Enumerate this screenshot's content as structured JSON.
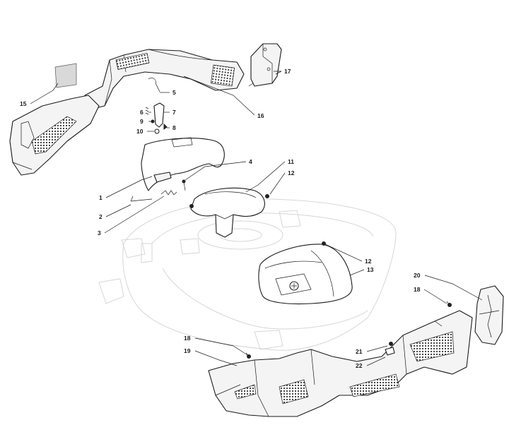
{
  "diagram": {
    "callouts": [
      {
        "id": "c1",
        "text": "1"
      },
      {
        "id": "c2",
        "text": "2"
      },
      {
        "id": "c3",
        "text": "3"
      },
      {
        "id": "c4",
        "text": "4"
      },
      {
        "id": "c5",
        "text": "5"
      },
      {
        "id": "c6",
        "text": "6"
      },
      {
        "id": "c7",
        "text": "7"
      },
      {
        "id": "c8",
        "text": "8"
      },
      {
        "id": "c9",
        "text": "9"
      },
      {
        "id": "c10",
        "text": "10"
      },
      {
        "id": "c11",
        "text": "11"
      },
      {
        "id": "c12a",
        "text": "12"
      },
      {
        "id": "c12b",
        "text": "12"
      },
      {
        "id": "c13",
        "text": "13"
      },
      {
        "id": "c15",
        "text": "15"
      },
      {
        "id": "c16",
        "text": "16"
      },
      {
        "id": "c17",
        "text": "17"
      },
      {
        "id": "c18a",
        "text": "18"
      },
      {
        "id": "c18b",
        "text": "18"
      },
      {
        "id": "c19",
        "text": "19"
      },
      {
        "id": "c20",
        "text": "20"
      },
      {
        "id": "c21",
        "text": "21"
      },
      {
        "id": "c22",
        "text": "22"
      }
    ]
  }
}
